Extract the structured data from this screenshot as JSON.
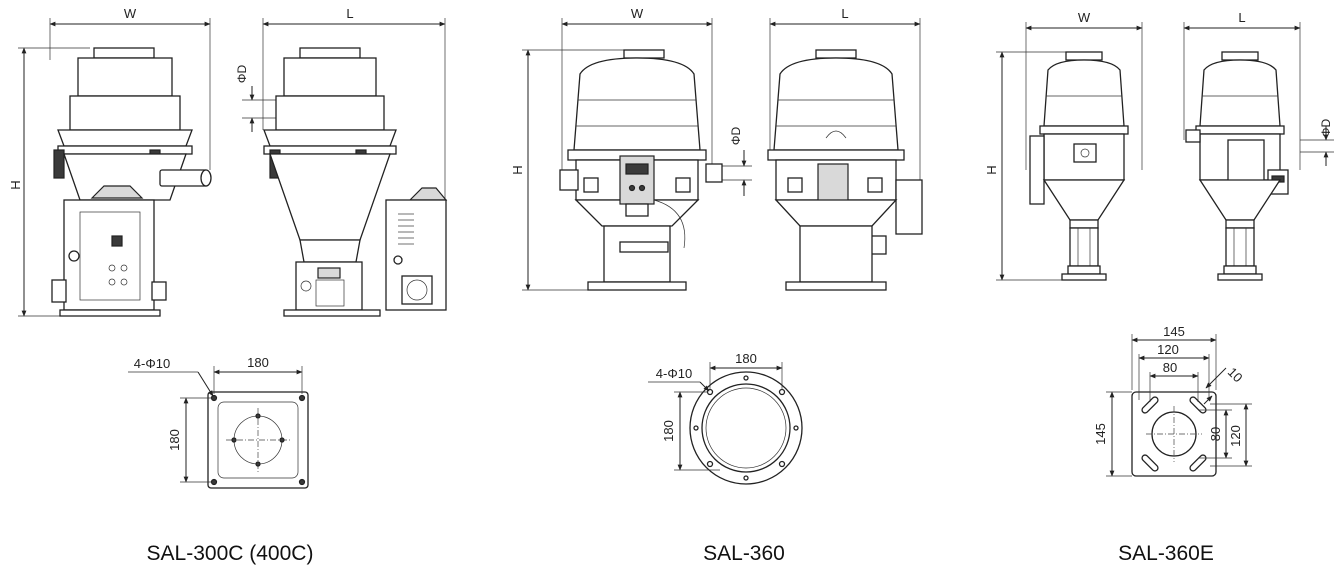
{
  "models": [
    {
      "caption": "SAL-300C (400C)",
      "front": {
        "width_label": "W",
        "height_label": "H"
      },
      "side": {
        "length_label": "L",
        "diameter_label": "ΦD"
      },
      "base": {
        "hole_label": "4-Φ10",
        "width_label": "180",
        "height_label": "180"
      }
    },
    {
      "caption": "SAL-360",
      "front": {
        "width_label": "W",
        "height_label": "H",
        "diameter_label": "ΦD"
      },
      "side": {
        "length_label": "L"
      },
      "base": {
        "hole_label": "4-Φ10",
        "width_label": "180",
        "height_label": "180"
      }
    },
    {
      "caption": "SAL-360E",
      "front": {
        "width_label": "W",
        "height_label": "H"
      },
      "side": {
        "length_label": "L",
        "diameter_label": "ΦD"
      },
      "base": {
        "outer_width_label": "145",
        "mid_width_label": "120",
        "inner_width_label": "80",
        "slot_label": "10",
        "outer_height_label": "145",
        "inner_height_label": "80",
        "mid_height_label": "120"
      }
    }
  ]
}
